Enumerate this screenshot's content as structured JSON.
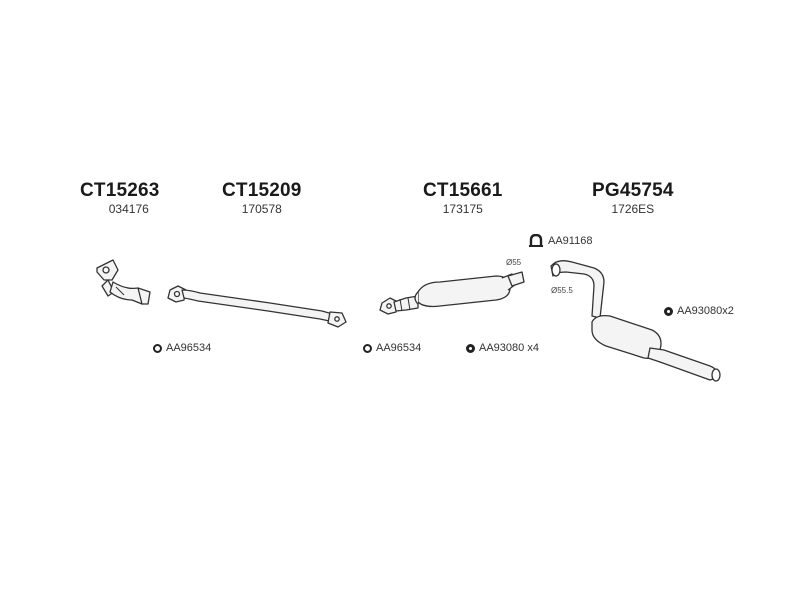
{
  "parts": [
    {
      "code": "CT15263",
      "ref": "034176"
    },
    {
      "code": "CT15209",
      "ref": "170578"
    },
    {
      "code": "CT15661",
      "ref": "173175"
    },
    {
      "code": "PG45754",
      "ref": "1726ES"
    }
  ],
  "accessories": [
    {
      "label": "AA96534",
      "icon": "gasket-ring-icon"
    },
    {
      "label": "AA96534",
      "icon": "gasket-ring-icon"
    },
    {
      "label": "AA93080 x4",
      "icon": "rubber-ring-icon"
    },
    {
      "label": "AA91168",
      "icon": "clamp-icon"
    },
    {
      "label": "AA93080x2",
      "icon": "rubber-ring-icon"
    }
  ],
  "dimensions": [
    {
      "label": "Ø55"
    },
    {
      "label": "Ø55.5"
    }
  ]
}
